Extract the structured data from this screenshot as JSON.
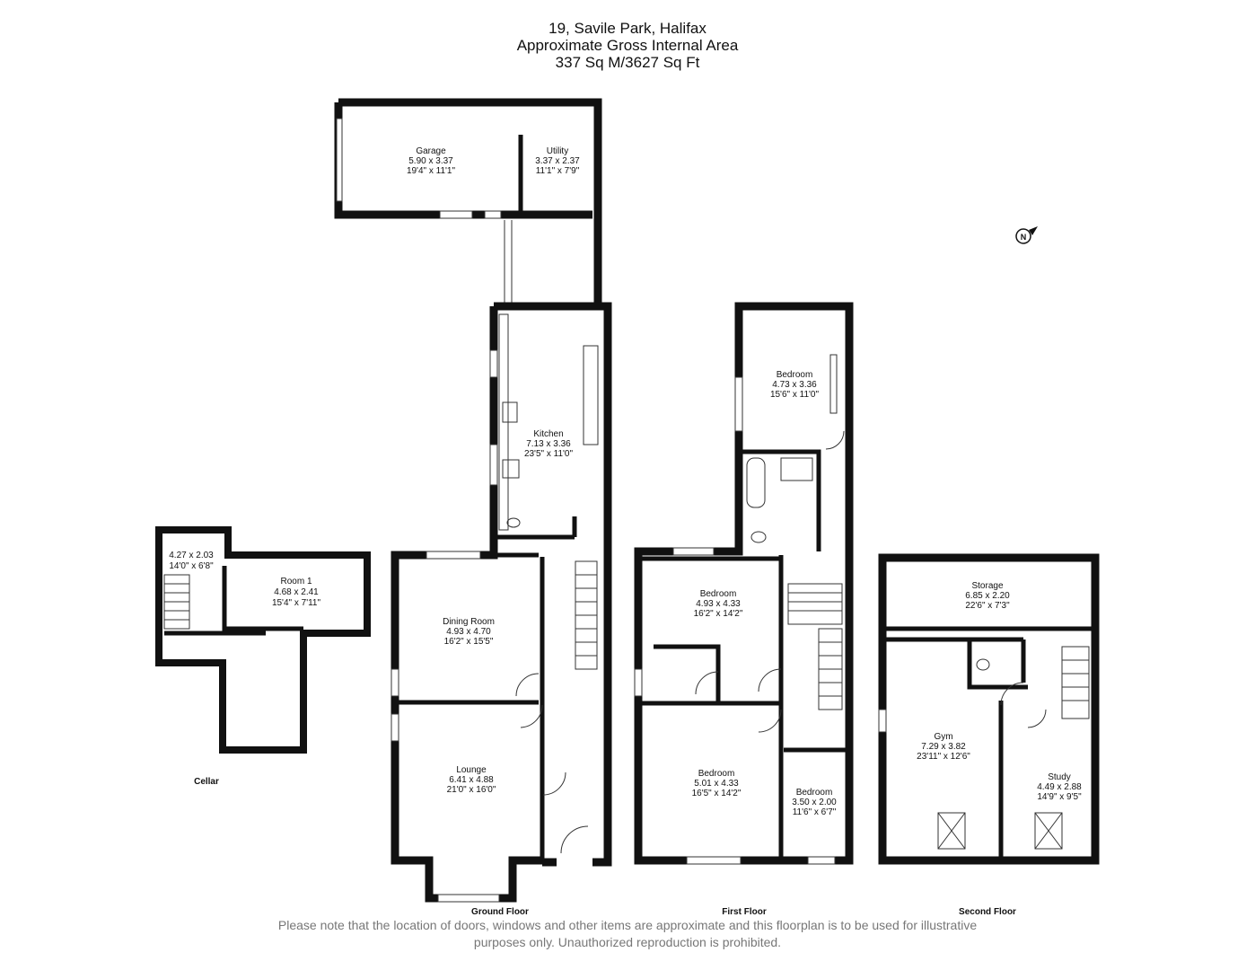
{
  "header": {
    "address": "19, Savile Park, Halifax",
    "area_title": "Approximate Gross Internal Area",
    "area_value": "337 Sq M/3627 Sq Ft"
  },
  "compass": {
    "label": "N"
  },
  "floors": {
    "cellar": "Cellar",
    "ground": "Ground Floor",
    "first": "First Floor",
    "second": "Second Floor"
  },
  "rooms": {
    "garage": {
      "name": "Garage",
      "metric": "5.90 x 3.37",
      "imperial": "19'4\" x 11'1\""
    },
    "utility": {
      "name": "Utility",
      "metric": "3.37 x 2.37",
      "imperial": "11'1\" x 7'9\""
    },
    "kitchen": {
      "name": "Kitchen",
      "metric": "7.13 x 3.36",
      "imperial": "23'5\" x 11'0\""
    },
    "dining": {
      "name": "Dining Room",
      "metric": "4.93 x 4.70",
      "imperial": "16'2\" x 15'5\""
    },
    "lounge": {
      "name": "Lounge",
      "metric": "6.41 x 4.88",
      "imperial": "21'0\" x 16'0\""
    },
    "cellar_store": {
      "metric": "4.27 x 2.03",
      "imperial": "14'0\" x 6'8\""
    },
    "room1": {
      "name": "Room 1",
      "metric": "4.68 x 2.41",
      "imperial": "15'4\" x 7'11\""
    },
    "bed_top": {
      "name": "Bedroom",
      "metric": "4.73 x 3.36",
      "imperial": "15'6\" x 11'0\""
    },
    "bed_mid": {
      "name": "Bedroom",
      "metric": "4.93 x 4.33",
      "imperial": "16'2\" x 14'2\""
    },
    "bed_bottom": {
      "name": "Bedroom",
      "metric": "5.01 x 4.33",
      "imperial": "16'5\" x 14'2\""
    },
    "bed_small": {
      "name": "Bedroom",
      "metric": "3.50 x 2.00",
      "imperial": "11'6\" x 6'7\""
    },
    "storage": {
      "name": "Storage",
      "metric": "6.85 x 2.20",
      "imperial": "22'6\" x 7'3\""
    },
    "gym": {
      "name": "Gym",
      "metric": "7.29 x 3.82",
      "imperial": "23'11\" x 12'6\""
    },
    "study": {
      "name": "Study",
      "metric": "4.49 x 2.88",
      "imperial": "14'9\" x 9'5\""
    }
  },
  "footer": {
    "line1": "Please note that the location of doors, windows and other items are approximate and this floorplan is to be used for illustrative",
    "line2": "purposes only. Unauthorized reproduction is prohibited."
  }
}
